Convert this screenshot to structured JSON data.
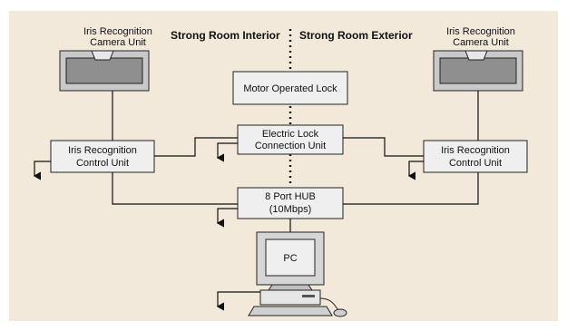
{
  "labels": {
    "zone_interior": "Strong Room Interior",
    "zone_exterior": "Strong Room Exterior",
    "camera_left_line1": "Iris Recognition",
    "camera_left_line2": "Camera Unit",
    "camera_right_line1": "Iris Recognition",
    "camera_right_line2": "Camera Unit",
    "motor_lock": "Motor Operated Lock",
    "elock_line1": "Electric Lock",
    "elock_line2": "Connection Unit",
    "control_left_line1": "Iris Recognition",
    "control_left_line2": "Control Unit",
    "control_right_line1": "Iris Recognition",
    "control_right_line2": "Control Unit",
    "hub_line1": "8 Port HUB",
    "hub_line2": "(10Mbps)",
    "pc": "PC"
  },
  "colors": {
    "background": "#f2e9da",
    "box_fill": "#efefef",
    "camera_body": "#c9c9c9",
    "camera_window": "#8f8f8f",
    "line": "#111111"
  }
}
